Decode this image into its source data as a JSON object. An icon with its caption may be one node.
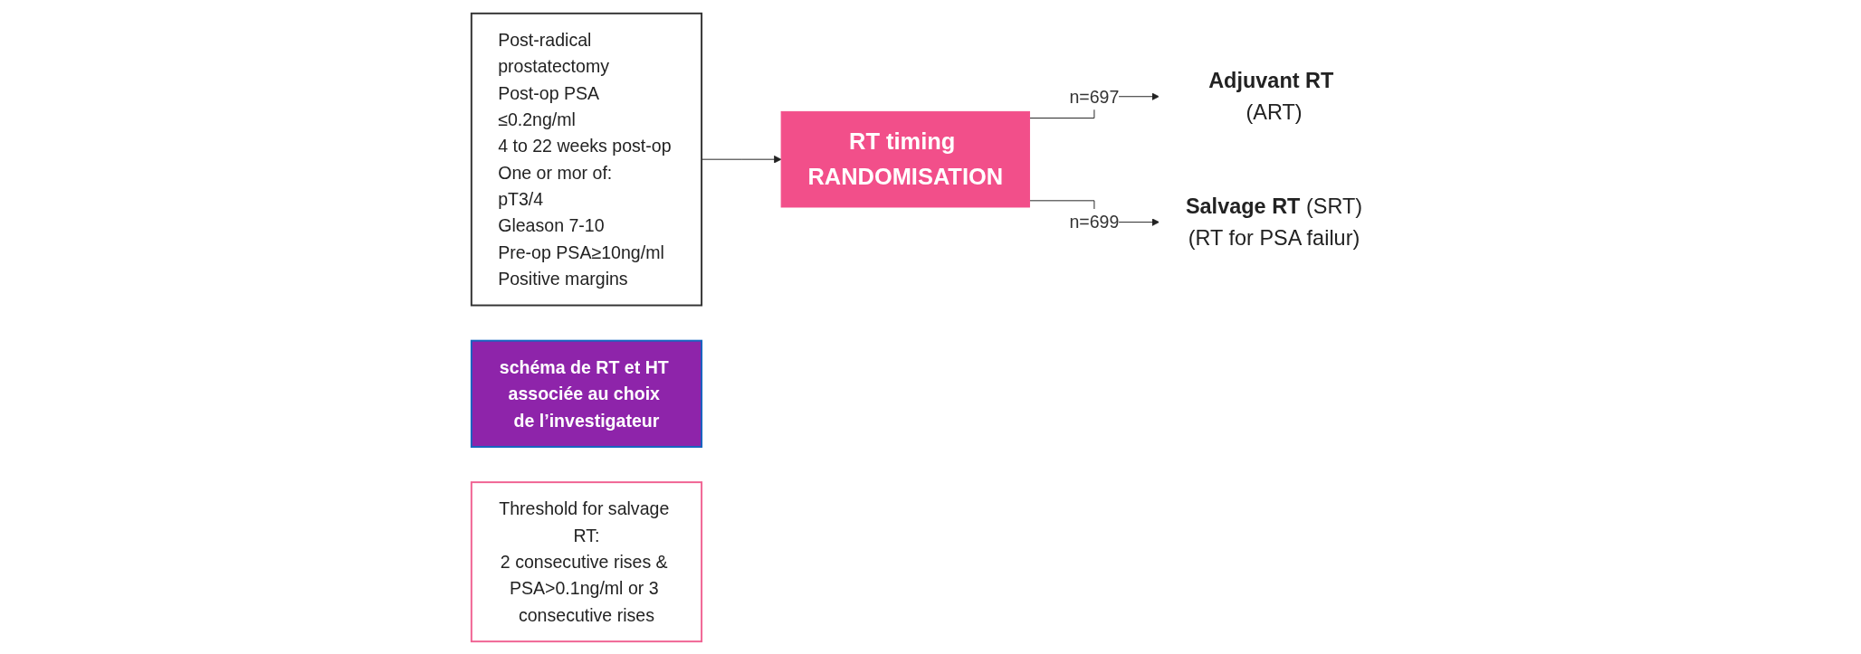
{
  "diagram": {
    "nodes": [
      {
        "text": [
          "Post-radical prostatectomy",
          "Post-op PSA ≤0.2ng/ml",
          "4 to 22 weeks post-op",
          "One or mor of:",
          "pT3/4",
          "Gleason 7-10",
          "Pre-op PSA≥10ng/ml",
          "Positive margins"
        ]
      },
      {
        "text": [
          "RT timing RANDOMISATION"
        ]
      },
      {
        "text": [
          "**Adjuvant RT** (ART)"
        ]
      },
      {
        "text": [
          "schéma de RT et HT associée au choix de l’investigateur"
        ]
      },
      {
        "text": [
          "**Salvage RT** (SRT)",
          "(RT for PSA failur)"
        ]
      },
      {
        "text": [
          "Threshold for salvage RT:",
          "2 consecutive rises & PSA>0.1ng/ml or 3 consecutive rises"
        ]
      }
    ],
    "edges": [
      {
        "from": 0,
        "to": 1,
        "arrow": "to"
      },
      {
        "from": 1,
        "to": 2,
        "arrow": "to",
        "label": "n=697"
      },
      {
        "from": 1,
        "to": 4,
        "arrow": "to",
        "label": "n=699"
      }
    ]
  }
}
